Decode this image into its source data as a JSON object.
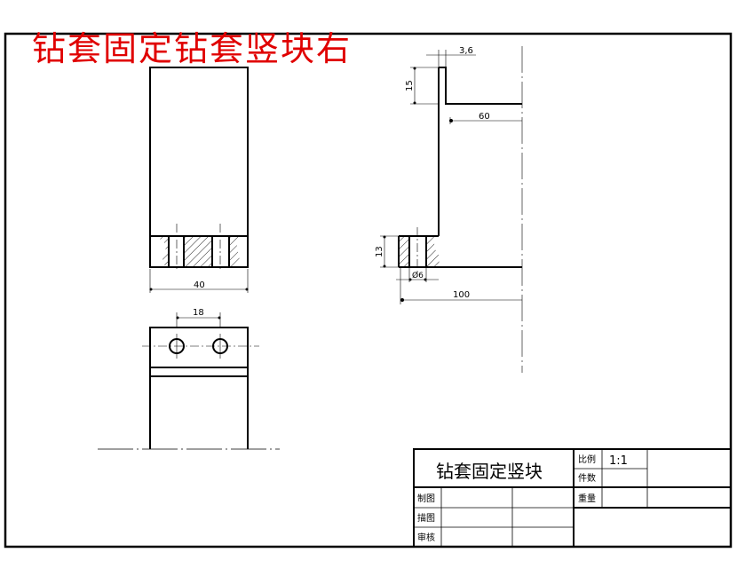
{
  "drawing": {
    "banner_title": "钻套固定钻套竖块右",
    "dimensions": {
      "width_40": "40",
      "hole_spacing_18": "18",
      "top_height_15": "15",
      "thickness_3_6": "3,6",
      "top_length_60": "60",
      "bottom_height_13": "13",
      "hole_dia_6": "Ø6",
      "base_length_100": "100"
    }
  },
  "title_block": {
    "part_name": "钻套固定竖块",
    "scale_label": "比例",
    "scale_value": "1:1",
    "quantity_label": "件数",
    "weight_label": "重量",
    "drawn_label": "制图",
    "traced_label": "描图",
    "checked_label": "审核"
  },
  "colors": {
    "line": "#000000",
    "banner": "#e00000"
  }
}
